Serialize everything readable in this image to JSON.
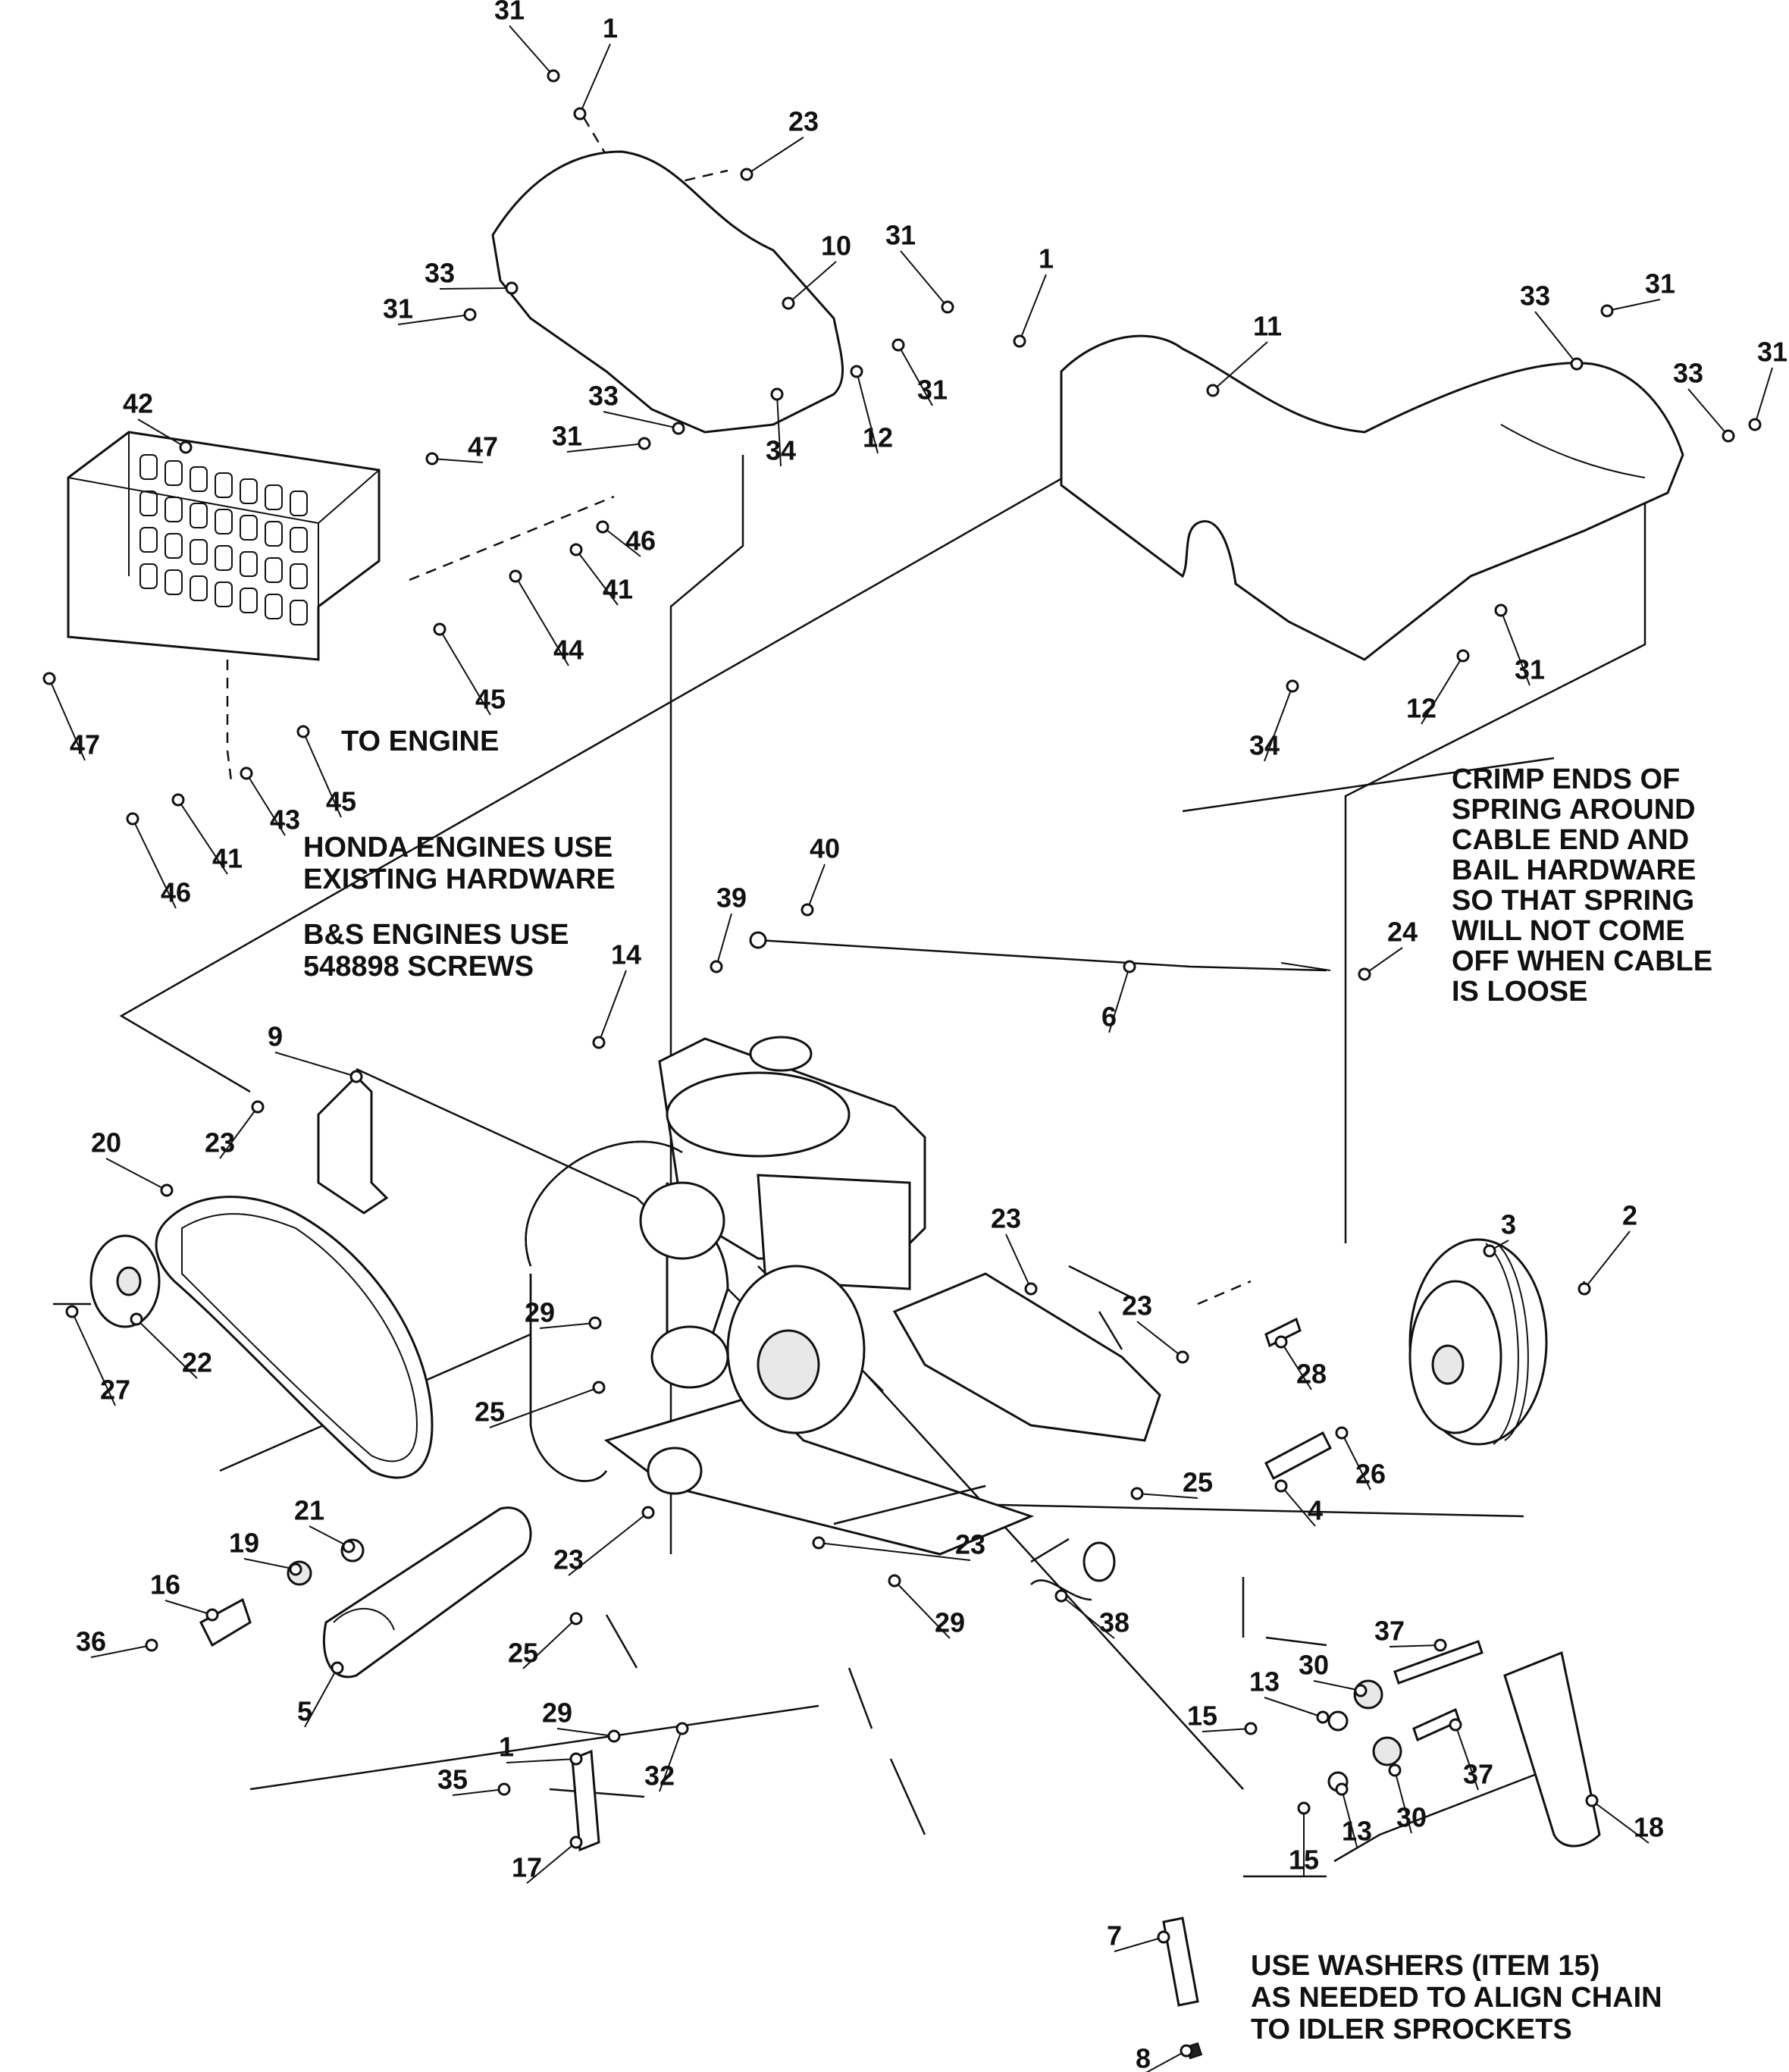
{
  "callouts": [
    {
      "id": "c31a",
      "text": "31"
    },
    {
      "id": "c1a",
      "text": "1"
    },
    {
      "id": "c23a",
      "text": "23"
    },
    {
      "id": "c10",
      "text": "10"
    },
    {
      "id": "c33a",
      "text": "33"
    },
    {
      "id": "c31b",
      "text": "31"
    },
    {
      "id": "c31c",
      "text": "31"
    },
    {
      "id": "c1b",
      "text": "1"
    },
    {
      "id": "c11",
      "text": "11"
    },
    {
      "id": "c33b",
      "text": "33"
    },
    {
      "id": "c31d",
      "text": "31"
    },
    {
      "id": "c31e",
      "text": "31"
    },
    {
      "id": "c33c",
      "text": "33"
    },
    {
      "id": "c42",
      "text": "42"
    },
    {
      "id": "c33d",
      "text": "33"
    },
    {
      "id": "c31f",
      "text": "31"
    },
    {
      "id": "c31g",
      "text": "31"
    },
    {
      "id": "c12a",
      "text": "12"
    },
    {
      "id": "c34a",
      "text": "34"
    },
    {
      "id": "c47a",
      "text": "47"
    },
    {
      "id": "c46a",
      "text": "46"
    },
    {
      "id": "c41a",
      "text": "41"
    },
    {
      "id": "c44",
      "text": "44"
    },
    {
      "id": "c45a",
      "text": "45"
    },
    {
      "id": "c31h",
      "text": "31"
    },
    {
      "id": "c12b",
      "text": "12"
    },
    {
      "id": "c34b",
      "text": "34"
    },
    {
      "id": "c47b",
      "text": "47"
    },
    {
      "id": "c45b",
      "text": "45"
    },
    {
      "id": "c43",
      "text": "43"
    },
    {
      "id": "c41b",
      "text": "41"
    },
    {
      "id": "c46b",
      "text": "46"
    },
    {
      "id": "c40",
      "text": "40"
    },
    {
      "id": "c39",
      "text": "39"
    },
    {
      "id": "c24",
      "text": "24"
    },
    {
      "id": "c14",
      "text": "14"
    },
    {
      "id": "c6",
      "text": "6"
    },
    {
      "id": "c9",
      "text": "9"
    },
    {
      "id": "c23b",
      "text": "23"
    },
    {
      "id": "c20",
      "text": "20"
    },
    {
      "id": "c23c",
      "text": "23"
    },
    {
      "id": "c3",
      "text": "3"
    },
    {
      "id": "c2",
      "text": "2"
    },
    {
      "id": "c29a",
      "text": "29"
    },
    {
      "id": "c23d",
      "text": "23"
    },
    {
      "id": "c28",
      "text": "28"
    },
    {
      "id": "c27",
      "text": "27"
    },
    {
      "id": "c22",
      "text": "22"
    },
    {
      "id": "c25a",
      "text": "25"
    },
    {
      "id": "c25b",
      "text": "25"
    },
    {
      "id": "c4",
      "text": "4"
    },
    {
      "id": "c26",
      "text": "26"
    },
    {
      "id": "c21",
      "text": "21"
    },
    {
      "id": "c19",
      "text": "19"
    },
    {
      "id": "c23e",
      "text": "23"
    },
    {
      "id": "c23f",
      "text": "23"
    },
    {
      "id": "c16",
      "text": "16"
    },
    {
      "id": "c36",
      "text": "36"
    },
    {
      "id": "c38",
      "text": "38"
    },
    {
      "id": "c25c",
      "text": "25"
    },
    {
      "id": "c29b",
      "text": "29"
    },
    {
      "id": "c37a",
      "text": "37"
    },
    {
      "id": "c5",
      "text": "5"
    },
    {
      "id": "c30a",
      "text": "30"
    },
    {
      "id": "c13a",
      "text": "13"
    },
    {
      "id": "c15a",
      "text": "15"
    },
    {
      "id": "c29c",
      "text": "29"
    },
    {
      "id": "c1c",
      "text": "1"
    },
    {
      "id": "c32",
      "text": "32"
    },
    {
      "id": "c37b",
      "text": "37"
    },
    {
      "id": "c35",
      "text": "35"
    },
    {
      "id": "c13b",
      "text": "13"
    },
    {
      "id": "c30b",
      "text": "30"
    },
    {
      "id": "c18",
      "text": "18"
    },
    {
      "id": "c17",
      "text": "17"
    },
    {
      "id": "c15b",
      "text": "15"
    },
    {
      "id": "c7",
      "text": "7"
    },
    {
      "id": "c8",
      "text": "8"
    }
  ],
  "notes": {
    "to_engine": [
      "TO ENGINE"
    ],
    "honda": [
      "HONDA ENGINES USE",
      "EXISTING HARDWARE"
    ],
    "bs": [
      "B&S ENGINES USE",
      "548898 SCREWS"
    ],
    "crimp": [
      "CRIMP ENDS OF",
      "SPRING AROUND",
      "CABLE END AND",
      "BAIL HARDWARE",
      "SO THAT SPRING",
      "WILL NOT COME",
      "OFF WHEN CABLE",
      "IS LOOSE"
    ],
    "washers": [
      "USE WASHERS (ITEM 15)",
      "AS NEEDED TO ALIGN CHAIN",
      "TO IDLER SPROCKETS"
    ]
  }
}
